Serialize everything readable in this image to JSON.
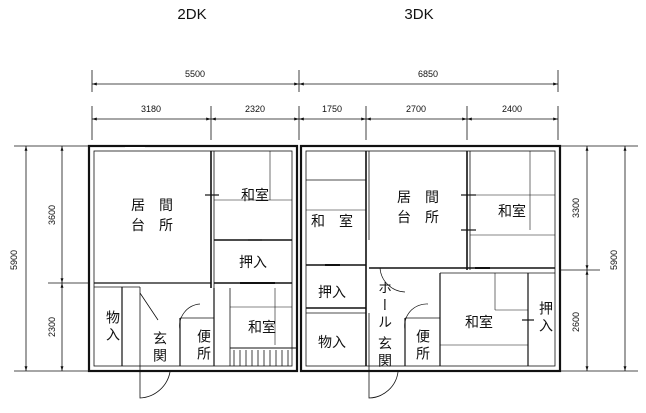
{
  "titles": {
    "left": "2DK",
    "right": "3DK"
  },
  "dimensions": {
    "top_overall_left": "5500",
    "top_overall_right": "6850",
    "top_segments": [
      "3180",
      "2320",
      "1750",
      "2700",
      "2400"
    ],
    "left_overall": "5900",
    "left_segments": [
      "3600",
      "2300"
    ],
    "right_overall": "5900",
    "right_segments": [
      "3300",
      "2600"
    ]
  },
  "rooms_2dk": {
    "living_top": "居　間",
    "living_bottom": "台　所",
    "washitsu_upper": "和室",
    "oshiire": "押入",
    "monoire": "物入",
    "genkan": "玄関",
    "benjo": "便所",
    "washitsu_lower": "和室"
  },
  "rooms_3dk": {
    "washitsu_left": "和　室",
    "oshiire_left": "押入",
    "monoire": "物入",
    "hall": "ホール",
    "genkan": "玄関",
    "benjo": "便所",
    "living_top": "居　間",
    "living_bottom": "台　所",
    "washitsu_upper": "和室",
    "washitsu_lower": "和室",
    "oshiire_right": "押入"
  }
}
